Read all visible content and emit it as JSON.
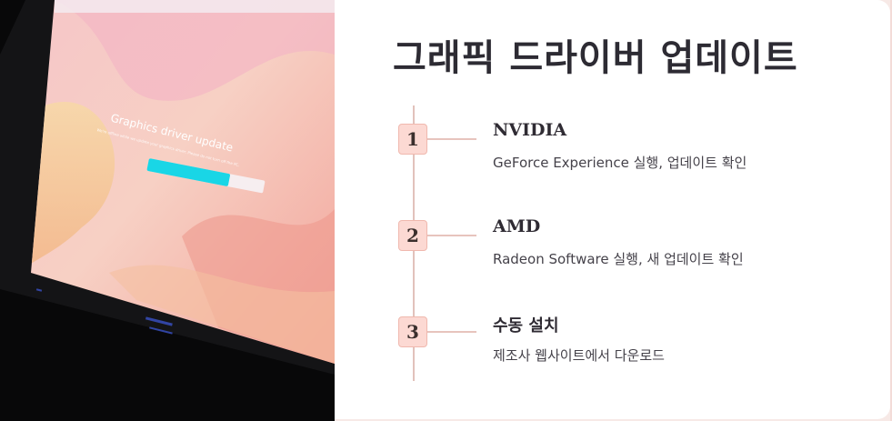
{
  "title": "그래픽 드라이버 업데이트",
  "photo": {
    "screen_heading": "Graphics driver update",
    "screen_subtext": "We're offline while we update your graphics driver. Please do not turn off the PC."
  },
  "steps": [
    {
      "number": "1",
      "title": "NVIDIA",
      "description": "GeForce Experience 실행, 업데이트 확인"
    },
    {
      "number": "2",
      "title": "AMD",
      "description": "Radeon Software 실행, 새 업데이트 확인"
    },
    {
      "number": "3",
      "title": "수동 설치",
      "description": "제조사 웹사이트에서 다운로드"
    }
  ],
  "colors": {
    "badge_fill": "#fcd9d3",
    "timeline": "#e2c2bb",
    "progress": "#19d6e6"
  },
  "progress_fraction": 0.7
}
